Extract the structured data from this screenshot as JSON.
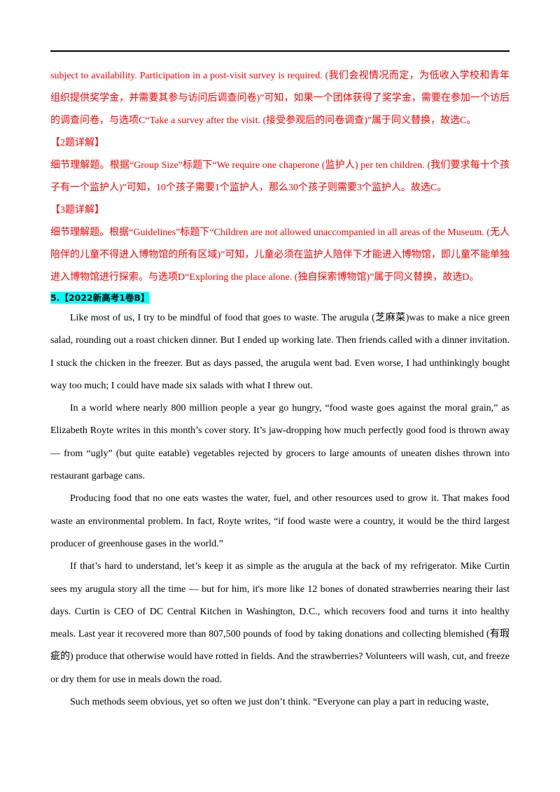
{
  "explanation_paragraphs": [
    "subject to availability. Participation in a post-visit survey is required. (我们会视情况而定，为低收入学校和青年组织提供奖学金，并需要其参与访问后调查问卷)”可知，如果一个团体获得了奖学金，需要在参加一个访后的调查问卷，与选项C“Take a survey after the visit. (接受参观后的问卷调查)”属于同义替换，故选C。"
  ],
  "q2": {
    "heading": "【2题详解】",
    "text": "细节理解题。根据“Group Size”标题下“We require one chaperone (监护人) per ten children. (我们要求每十个孩子有一个监护人)”可知，10个孩子需要1个监护人，那么30个孩子则需要3个监护人。故选C。"
  },
  "q3": {
    "heading": "【3题详解】",
    "text": "细节理解题。根据“Guidelines”标题下“Children are not allowed unaccompanied in all areas of the Museum. (无人陪伴的儿童不得进入博物馆的所有区域)”可知，儿童必须在监护人陪伴下才能进入博物馆，即儿童不能单独进入博物馆进行探索。与选项D“Exploring the place alone. (独自探索博物馆)”属于同义替换，故选D。"
  },
  "section": {
    "title": "5.【2022新高考1卷B】"
  },
  "passage": [
    "Like most of us, I try to be mindful of food that goes to waste. The arugula (芝麻菜)was to make a nice green salad, rounding out a roast chicken dinner. But I ended up working late. Then friends called with a dinner invitation. I stuck the chicken in the freezer. But as days passed, the arugula went bad. Even worse, I had unthinkingly bought way too much; I could have made six salads with what I threw out.",
    "In a world where nearly 800 million people a year go hungry, “food waste goes against the moral grain,” as Elizabeth Royte writes in this month’s cover story. It’s jaw-dropping how much perfectly good food is thrown away — from “ugly” (but quite eatable) vegetables rejected by grocers to large amounts of uneaten dishes thrown into restaurant garbage cans.",
    "Producing food that no one eats wastes the water, fuel, and other resources used to grow it. That makes food waste an environmental problem. In fact, Royte writes, “if food waste were a country, it would be the third largest producer of greenhouse gases in the world.”",
    "If that’s hard to understand, let’s keep it as simple as the arugula at the back of my refrigerator. Mike Curtin sees my arugula story all the time — but for him, it's more like 12 bones of donated strawberries nearing their last days. Curtin is CEO of DC Central Kitchen in Washington, D.C., which recovers food and turns it into healthy meals. Last year it recovered more than 807,500 pounds of food by taking donations and collecting blemished (有瑕疵的) produce that otherwise would have rotted in fields. And the strawberries? Volunteers will wash, cut, and freeze or dry them for use in meals down the road.",
    "Such methods seem obvious, yet so often we just don’t think. “Everyone can play a part in reducing waste,"
  ],
  "colors": {
    "answer_text": "#ff0000",
    "highlight": "#00ffff",
    "body_text": "#000000"
  }
}
